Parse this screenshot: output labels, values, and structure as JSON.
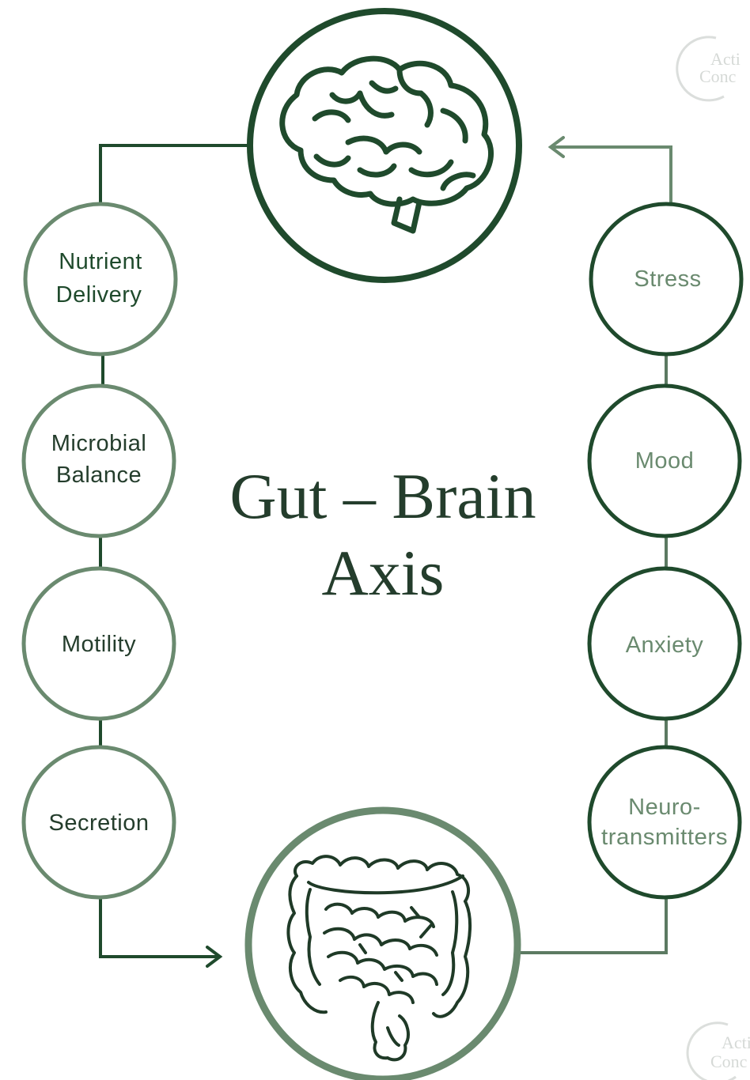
{
  "title": {
    "line1": "Gut – Brain",
    "line2": "Axis"
  },
  "left_chain": [
    {
      "line1": "Nutrient",
      "line2": "Delivery"
    },
    {
      "line1": "Microbial",
      "line2": "Balance"
    },
    {
      "line1": "Motility",
      "line2": ""
    },
    {
      "line1": "Secretion",
      "line2": ""
    }
  ],
  "right_chain": [
    {
      "line1": "Stress",
      "line2": ""
    },
    {
      "line1": "Mood",
      "line2": ""
    },
    {
      "line1": "Anxiety",
      "line2": ""
    },
    {
      "line1": "Neuro-",
      "line2": "transmitters"
    }
  ],
  "hubs": {
    "top_icon": "brain-icon",
    "bottom_icon": "intestine-icon"
  },
  "watermark": {
    "line1": "Acti",
    "line2": "Conc"
  },
  "colors": {
    "dark_green": "#1f4a2c",
    "medium_green": "#4f6f56",
    "light_green": "#6a8a6f",
    "title_green": "#243d2c",
    "background": "#ffffff"
  }
}
